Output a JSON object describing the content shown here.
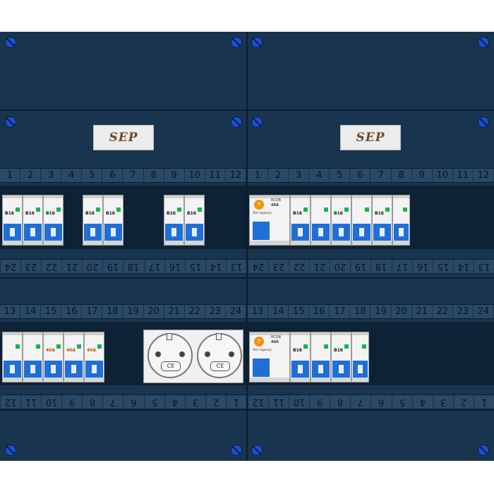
{
  "brand": {
    "logo_text": "SEP"
  },
  "numbering": {
    "row1_top": [
      "1",
      "2",
      "3",
      "4",
      "5",
      "6",
      "7",
      "8",
      "9",
      "10",
      "11",
      "12"
    ],
    "row1_bottom": [
      "24",
      "23",
      "22",
      "21",
      "20",
      "19",
      "18",
      "17",
      "16",
      "15",
      "14",
      "13"
    ],
    "row2_top": [
      "13",
      "14",
      "15",
      "16",
      "17",
      "18",
      "19",
      "20",
      "21",
      "22",
      "23",
      "24"
    ],
    "row2_bottom": [
      "12",
      "11",
      "10",
      "9",
      "8",
      "7",
      "6",
      "5",
      "4",
      "3",
      "2",
      "1"
    ]
  },
  "module_labels": {
    "mcb_rating": "B16",
    "mcb_class": "K",
    "rcd_badge": "T",
    "rcd_rating": "40A",
    "rcd_type": "RCDB",
    "rcd_test": "Test regularly",
    "socket_mark": "CE"
  },
  "colors": {
    "enclosure": "#19344f",
    "breaker_handle": "#1f6fd6",
    "indicator": "#1bb34a",
    "rcd_badge": "#f2920f"
  }
}
